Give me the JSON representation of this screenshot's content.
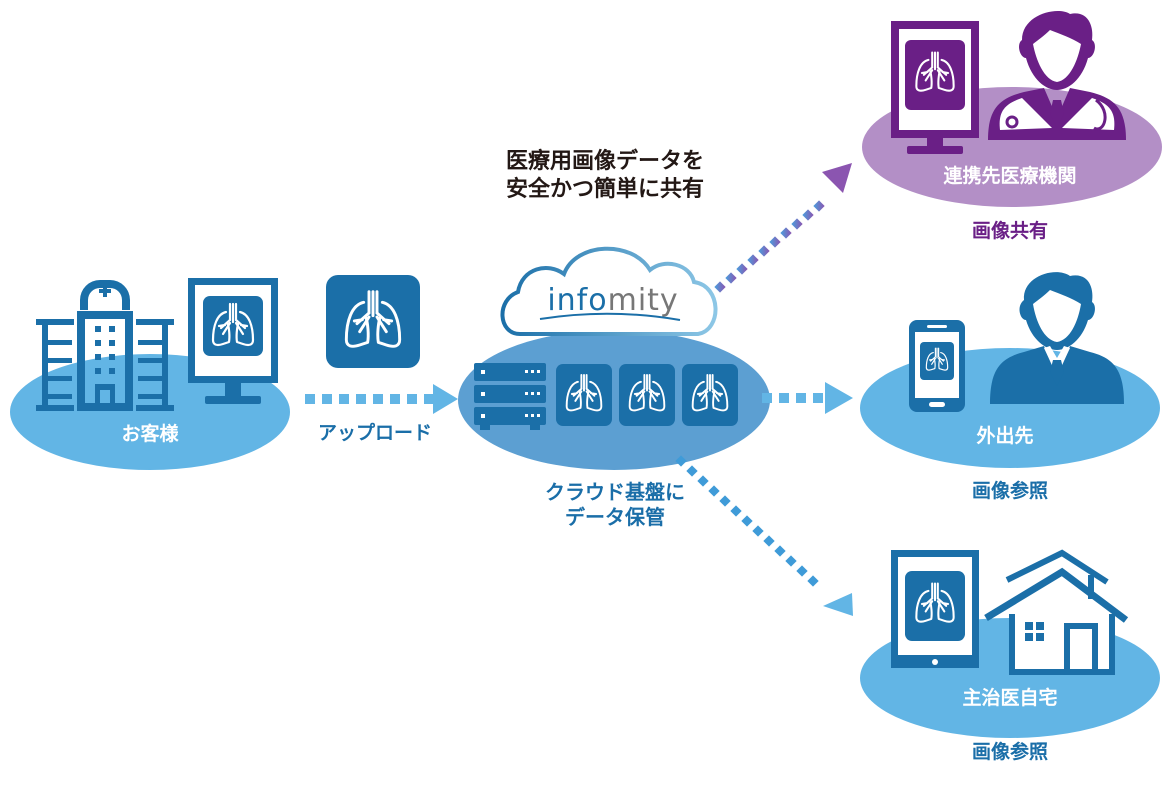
{
  "headline": {
    "line1": "医療用画像データを",
    "line2": "安全かつ簡単に共有"
  },
  "customer": {
    "label": "お客様",
    "icons": [
      "hospital-icon",
      "monitor-lung-icon"
    ]
  },
  "upload": {
    "label": "アップロード",
    "icon": "lung-image-icon"
  },
  "cloud": {
    "brand_part1": "info",
    "brand_part2": "mity",
    "caption_line1": "クラウド基盤に",
    "caption_line2": "データ保管",
    "icons": [
      "server-rack-icon",
      "lung-image-icon",
      "lung-image-icon",
      "lung-image-icon"
    ]
  },
  "destinations": [
    {
      "id": "partner",
      "label": "連携先医療機関",
      "action": "画像共有",
      "color": "#6a1f86"
    },
    {
      "id": "outside",
      "label": "外出先",
      "action": "画像参照",
      "color": "#1a6ea8"
    },
    {
      "id": "home",
      "label": "主治医自宅",
      "action": "画像参照",
      "color": "#1a6ea8"
    }
  ],
  "colors": {
    "dark_blue": "#1b6fa8",
    "light_blue": "#62b5e5",
    "mid_blue": "#5c9fd2",
    "purple": "#6a1f86",
    "light_purple": "#b38fc6"
  }
}
